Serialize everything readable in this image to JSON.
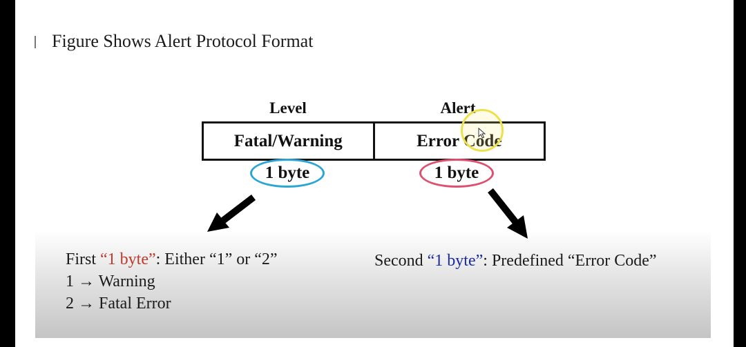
{
  "title": "Figure Shows Alert Protocol Format",
  "headers": {
    "level": "Level",
    "alert": "Alert"
  },
  "cells": {
    "level": "Fatal/Warning",
    "alert": "Error Code"
  },
  "sizes": {
    "level": "1 byte",
    "alert": "1 byte"
  },
  "notes": {
    "first": {
      "prefix": "First ",
      "highlight": "“1 byte”",
      "suffix": ": Either “1” or “2”"
    },
    "warning": "1 → Warning",
    "fatal": "2 → Fatal Error",
    "second": {
      "prefix": "Second ",
      "highlight": "“1 byte”",
      "suffix": ": Predefined “Error Code”"
    }
  },
  "colors": {
    "level_oval": "#2aa6d4",
    "alert_oval": "#dd5070",
    "first_highlight": "#c0392b",
    "second_highlight": "#1a2aa0",
    "cursor": "#eee04a"
  },
  "icons": [
    "arrow-down-left-icon",
    "arrow-down-right-icon",
    "mouse-pointer-icon"
  ]
}
